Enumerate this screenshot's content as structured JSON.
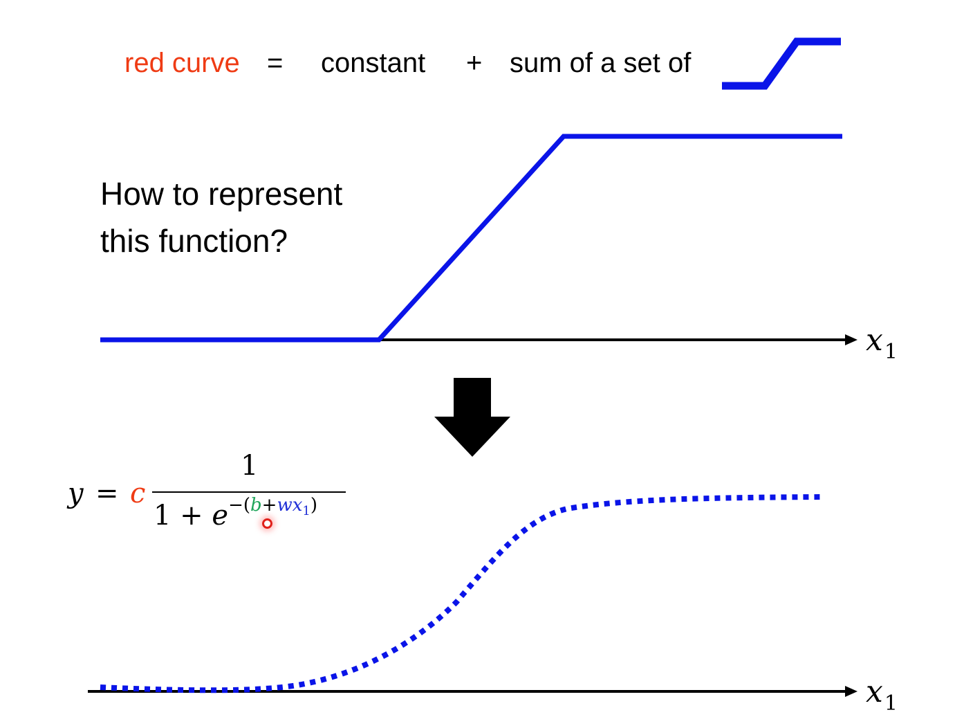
{
  "header": {
    "red_curve": "red curve",
    "equals": "=",
    "constant": "constant",
    "plus": "+",
    "sum_text": "sum of a set of"
  },
  "question": {
    "line1": "How to represent",
    "line2": "this function?"
  },
  "axes": {
    "top_label_var": "x",
    "top_label_sub": "1",
    "bottom_label_var": "x",
    "bottom_label_sub": "1"
  },
  "formula": {
    "y": "y",
    "eq": "=",
    "c": "c",
    "numerator": "1",
    "den_one_plus": "1 + ",
    "den_e": "e",
    "exp_open": "−(",
    "exp_b": "b",
    "exp_plus": "+",
    "exp_w": "w",
    "exp_x": "x",
    "exp_sub": "1",
    "exp_close": ")"
  },
  "colors": {
    "blue": "#0a14e8",
    "red": "#ef3b14",
    "green": "#1ea55a",
    "black": "#000000"
  },
  "icons": {
    "arrow": "down-arrow-icon",
    "mini_curve": "hard-sigmoid-icon"
  }
}
